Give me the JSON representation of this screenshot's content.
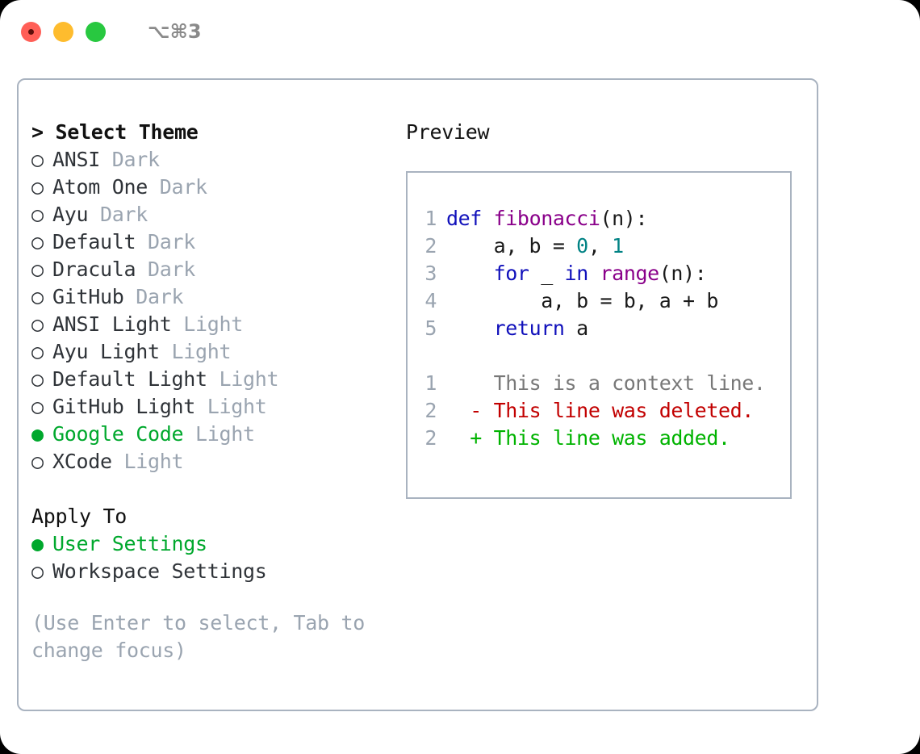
{
  "window": {
    "shortcut_label": "⌥⌘3",
    "traffic_lights": [
      "close-red",
      "minimize-yellow",
      "zoom-green"
    ]
  },
  "left": {
    "heading": "> Select Theme",
    "themes": [
      {
        "marker": "○",
        "name": "ANSI",
        "tag": "Dark",
        "selected": false
      },
      {
        "marker": "○",
        "name": "Atom One",
        "tag": "Dark",
        "selected": false
      },
      {
        "marker": "○",
        "name": "Ayu",
        "tag": "Dark",
        "selected": false
      },
      {
        "marker": "○",
        "name": "Default",
        "tag": "Dark",
        "selected": false
      },
      {
        "marker": "○",
        "name": "Dracula",
        "tag": "Dark",
        "selected": false
      },
      {
        "marker": "○",
        "name": "GitHub",
        "tag": "Dark",
        "selected": false
      },
      {
        "marker": "○",
        "name": "ANSI Light",
        "tag": "Light",
        "selected": false
      },
      {
        "marker": "○",
        "name": "Ayu Light",
        "tag": "Light",
        "selected": false
      },
      {
        "marker": "○",
        "name": "Default Light",
        "tag": "Light",
        "selected": false
      },
      {
        "marker": "○",
        "name": "GitHub Light",
        "tag": "Light",
        "selected": false
      },
      {
        "marker": "●",
        "name": "Google Code",
        "tag": "Light",
        "selected": true
      },
      {
        "marker": "○",
        "name": "XCode",
        "tag": "Light",
        "selected": false
      }
    ],
    "apply_to_label": "Apply To",
    "apply_to": [
      {
        "marker": "●",
        "name": "User Settings",
        "selected": true
      },
      {
        "marker": "○",
        "name": "Workspace Settings",
        "selected": false
      }
    ],
    "hint": "(Use Enter to select, Tab to change focus)"
  },
  "right": {
    "preview_title": "Preview",
    "code_lines": [
      {
        "n": "1",
        "tokens": [
          {
            "t": "def ",
            "c": "kw"
          },
          {
            "t": "fibonacci",
            "c": "fn"
          },
          {
            "t": "(n):",
            "c": "pl"
          }
        ]
      },
      {
        "n": "2",
        "tokens": [
          {
            "t": "    a, b = ",
            "c": "pl"
          },
          {
            "t": "0",
            "c": "num"
          },
          {
            "t": ", ",
            "c": "pl"
          },
          {
            "t": "1",
            "c": "num"
          }
        ]
      },
      {
        "n": "3",
        "tokens": [
          {
            "t": "    ",
            "c": "pl"
          },
          {
            "t": "for",
            "c": "kw"
          },
          {
            "t": " _ ",
            "c": "pl"
          },
          {
            "t": "in",
            "c": "kw"
          },
          {
            "t": " ",
            "c": "pl"
          },
          {
            "t": "range",
            "c": "fn"
          },
          {
            "t": "(n):",
            "c": "pl"
          }
        ]
      },
      {
        "n": "4",
        "tokens": [
          {
            "t": "        a, b = b, a + b",
            "c": "pl"
          }
        ]
      },
      {
        "n": "5",
        "tokens": [
          {
            "t": "    ",
            "c": "pl"
          },
          {
            "t": "return",
            "c": "kw"
          },
          {
            "t": " a",
            "c": "pl"
          }
        ]
      }
    ],
    "diff_lines": [
      {
        "n": "1",
        "sign": " ",
        "text": "This is a context line.",
        "kind": "ctx"
      },
      {
        "n": "2",
        "sign": "-",
        "text": "This line was deleted.",
        "kind": "del"
      },
      {
        "n": "2",
        "sign": "+",
        "text": "This line was added.",
        "kind": "add"
      }
    ]
  },
  "colors": {
    "accent_green": "#00a82d",
    "muted": "#9aa4b0",
    "border": "#a9b3c0",
    "keyword": "#1111bb",
    "function": "#8a008a",
    "number": "#008284",
    "diff_deleted": "#c20000",
    "diff_added": "#00b300",
    "traffic_red": "#ff5f57",
    "traffic_yellow": "#febc2e",
    "traffic_green": "#28c840"
  }
}
